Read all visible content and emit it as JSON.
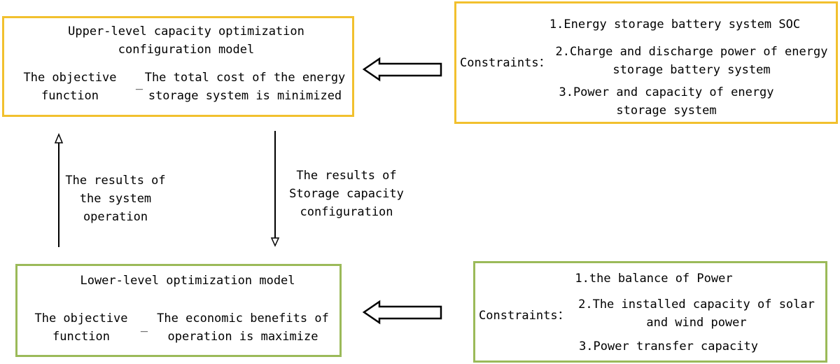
{
  "upper_model": {
    "title_line1": "Upper-level capacity optimization",
    "title_line2": "configuration model",
    "obj_label_line1": "The objective",
    "obj_label_line2": "function",
    "separator": "_",
    "obj_text_line1": "The total cost of the energy",
    "obj_text_line2": "storage system is minimized"
  },
  "upper_constraints": {
    "label": "Constraints：",
    "item1": "1.Energy storage battery system SOC",
    "item2_line1": "2.Charge and discharge power of energy",
    "item2_line2": "storage battery system",
    "item3_line1": "3.Power and capacity of energy",
    "item3_line2": "storage system"
  },
  "lower_model": {
    "title": "Lower-level optimization model",
    "obj_label_line1": "The objective",
    "obj_label_line2": "function",
    "separator": "_",
    "obj_text_line1": "The economic benefits of",
    "obj_text_line2": "operation is maximize"
  },
  "lower_constraints": {
    "label": "Constraints：",
    "item1": "1.the balance of Power",
    "item2_line1": "2.The installed capacity of solar",
    "item2_line2": "and wind power",
    "item3": "3.Power transfer capacity"
  },
  "arrow_up_label": {
    "line1": "The results of",
    "line2": "the system",
    "line3": "operation"
  },
  "arrow_down_label": {
    "line1": "The results of",
    "line2": "Storage capacity",
    "line3": "configuration"
  },
  "colors": {
    "upper_border": "#f2c02e",
    "lower_border": "#9bba59"
  }
}
